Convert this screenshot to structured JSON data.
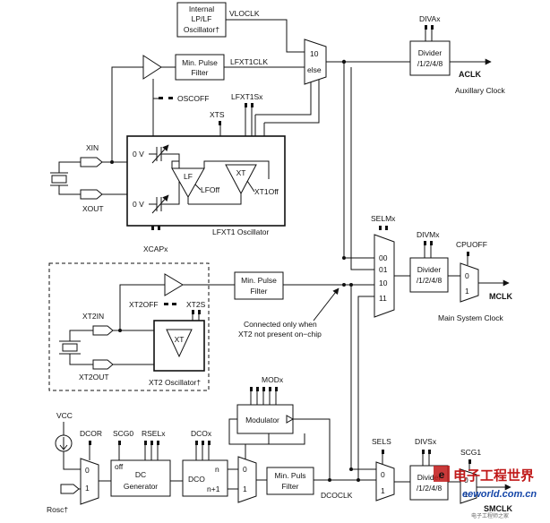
{
  "labels": {
    "internal_osc": [
      "Internal",
      "LP/LF",
      "Oscillator†"
    ],
    "vloclk": "VLOCLK",
    "divax": "DIVAx",
    "divider_a": [
      "Divider",
      "/1/2/4/8"
    ],
    "aclk": "ACLK",
    "aux_clock": "Auxillary Clock",
    "mux_a_10": "10",
    "mux_a_else": "else",
    "min_pulse_filter": [
      "Min. Pulse",
      "Filter"
    ],
    "lfxt1clk": "LFXT1CLK",
    "oscoff": "OSCOFF",
    "lfxt1sx": "LFXT1Sx",
    "xts": "XTS",
    "xin": "XIN",
    "xout": "XOUT",
    "zero_v_top": "0 V",
    "zero_v_bottom": "0 V",
    "lf": "LF",
    "xt_lfxt": "XT",
    "lfoff": "LFOff",
    "xt1off": "XT1Off",
    "xcapx": "XCAPx",
    "lfxt1_osc": "LFXT1 Oscillator",
    "selmx": "SELMx",
    "divmx": "DIVMx",
    "cpuoff": "CPUOFF",
    "mux_m_inputs": [
      "00",
      "01",
      "10",
      "11"
    ],
    "divider_m": [
      "Divider",
      "/1/2/4/8"
    ],
    "mux_cpu_inputs": [
      "0",
      "1"
    ],
    "mclk": "MCLK",
    "main_clock": "Main System Clock",
    "xt2off": "XT2OFF",
    "xt2s": "XT2S",
    "min_pulse_filter_2": [
      "Min. Pulse",
      "Filter"
    ],
    "xt2in": "XT2IN",
    "xt2out": "XT2OUT",
    "xt_xt2": "XT",
    "xt2_osc": "XT2 Oscillator†",
    "connected_note": [
      "Connected only when",
      "XT2 not present on−chip"
    ],
    "modx": "MODx",
    "modulator": "Modulator",
    "vcc": "VCC",
    "dcor": "DCOR",
    "scg0": "SCG0",
    "rselx": "RSELx",
    "dcox": "DCOx",
    "mux_r_inputs": [
      "0",
      "1"
    ],
    "dc_generator_off": "off",
    "dc_generator": [
      "DC",
      "Generator"
    ],
    "dco": "DCO",
    "dco_n": "n",
    "dco_n1": "n+1",
    "mux_dco_inputs": [
      "0",
      "1"
    ],
    "min_puls_filter_3": [
      "Min. Puls",
      "Filter"
    ],
    "dcoclk": "DCOCLK",
    "rosc": "Rosc†",
    "sels": "SELS",
    "divsx": "DIVSx",
    "scg1": "SCG1",
    "mux_s_inputs": [
      "0",
      "1"
    ],
    "divider_s": [
      "Divider",
      "/1/2/4/8"
    ],
    "mux_scg_inputs": [
      "0",
      "1"
    ],
    "smclk": "SMCLK"
  },
  "watermark": {
    "cn_text": "电子工程世界",
    "brand": "eeworld.com.cn",
    "tagline": "电子工程师之家"
  }
}
